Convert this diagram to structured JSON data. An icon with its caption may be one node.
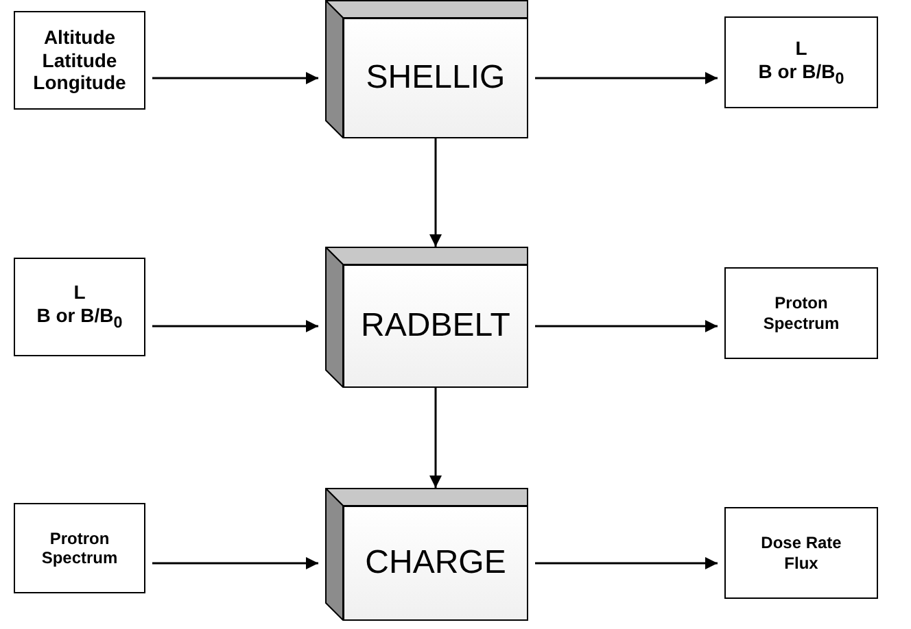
{
  "diagram": {
    "nodes": [
      {
        "text": [
          "Altitude Latitude Longitude"
        ]
      },
      {
        "text": [
          "SHELLIG"
        ]
      },
      {
        "text": [
          "L",
          "B or B/B$_{0}$"
        ]
      },
      {
        "text": [
          "L",
          "B or B/B$_{0}$"
        ]
      },
      {
        "text": [
          "RADBELT"
        ]
      },
      {
        "text": [
          "Proton Spectrum"
        ]
      },
      {
        "text": [
          "Protron Spectrum"
        ]
      },
      {
        "text": [
          "CHARGE"
        ]
      },
      {
        "text": [
          "Dose Rate Flux"
        ]
      }
    ],
    "edges": [
      {
        "from": 0,
        "to": 1,
        "arrow": "to"
      },
      {
        "from": 1,
        "to": 2,
        "arrow": "to"
      },
      {
        "from": 1,
        "to": 4,
        "arrow": "to"
      },
      {
        "from": 3,
        "to": 4,
        "arrow": "to"
      },
      {
        "from": 4,
        "to": 5,
        "arrow": "to"
      },
      {
        "from": 4,
        "to": 7,
        "arrow": "to"
      },
      {
        "from": 6,
        "to": 7,
        "arrow": "to"
      },
      {
        "from": 7,
        "to": 8,
        "arrow": "to"
      }
    ]
  }
}
